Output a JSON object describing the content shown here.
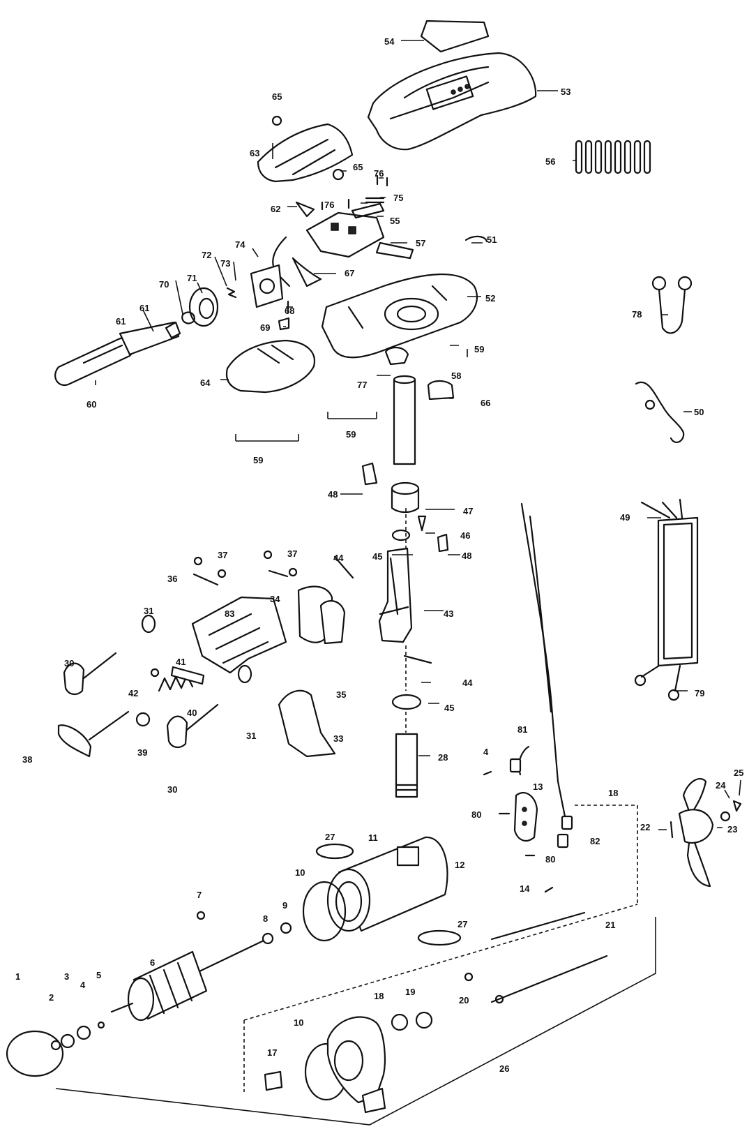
{
  "diagram": {
    "parts": [
      {
        "id": "p1",
        "label": "1"
      },
      {
        "id": "p2",
        "label": "2"
      },
      {
        "id": "p3",
        "label": "3"
      },
      {
        "id": "p4a",
        "label": "4"
      },
      {
        "id": "p4b",
        "label": "4"
      },
      {
        "id": "p5",
        "label": "5"
      },
      {
        "id": "p6",
        "label": "6"
      },
      {
        "id": "p7",
        "label": "7"
      },
      {
        "id": "p8",
        "label": "8"
      },
      {
        "id": "p9",
        "label": "9"
      },
      {
        "id": "p10a",
        "label": "10"
      },
      {
        "id": "p10b",
        "label": "10"
      },
      {
        "id": "p11",
        "label": "11"
      },
      {
        "id": "p12",
        "label": "12"
      },
      {
        "id": "p13",
        "label": "13"
      },
      {
        "id": "p14",
        "label": "14"
      },
      {
        "id": "p17",
        "label": "17"
      },
      {
        "id": "p18a",
        "label": "18"
      },
      {
        "id": "p18b",
        "label": "18"
      },
      {
        "id": "p19",
        "label": "19"
      },
      {
        "id": "p20",
        "label": "20"
      },
      {
        "id": "p21",
        "label": "21"
      },
      {
        "id": "p22",
        "label": "22"
      },
      {
        "id": "p23",
        "label": "23"
      },
      {
        "id": "p24",
        "label": "24"
      },
      {
        "id": "p25",
        "label": "25"
      },
      {
        "id": "p26",
        "label": "26"
      },
      {
        "id": "p27a",
        "label": "27"
      },
      {
        "id": "p27b",
        "label": "27"
      },
      {
        "id": "p28",
        "label": "28"
      },
      {
        "id": "p30a",
        "label": "30"
      },
      {
        "id": "p30b",
        "label": "30"
      },
      {
        "id": "p31a",
        "label": "31"
      },
      {
        "id": "p31b",
        "label": "31"
      },
      {
        "id": "p33",
        "label": "33"
      },
      {
        "id": "p34",
        "label": "34"
      },
      {
        "id": "p35",
        "label": "35"
      },
      {
        "id": "p36",
        "label": "36"
      },
      {
        "id": "p37a",
        "label": "37"
      },
      {
        "id": "p37b",
        "label": "37"
      },
      {
        "id": "p38",
        "label": "38"
      },
      {
        "id": "p39",
        "label": "39"
      },
      {
        "id": "p40",
        "label": "40"
      },
      {
        "id": "p41",
        "label": "41"
      },
      {
        "id": "p42",
        "label": "42"
      },
      {
        "id": "p43",
        "label": "43"
      },
      {
        "id": "p44a",
        "label": "44"
      },
      {
        "id": "p44b",
        "label": "44"
      },
      {
        "id": "p45a",
        "label": "45"
      },
      {
        "id": "p45b",
        "label": "45"
      },
      {
        "id": "p46",
        "label": "46"
      },
      {
        "id": "p47",
        "label": "47"
      },
      {
        "id": "p48a",
        "label": "48"
      },
      {
        "id": "p48b",
        "label": "48"
      },
      {
        "id": "p49",
        "label": "49"
      },
      {
        "id": "p50",
        "label": "50"
      },
      {
        "id": "p51",
        "label": "51"
      },
      {
        "id": "p52",
        "label": "52"
      },
      {
        "id": "p53",
        "label": "53"
      },
      {
        "id": "p54",
        "label": "54"
      },
      {
        "id": "p55",
        "label": "55"
      },
      {
        "id": "p56",
        "label": "56"
      },
      {
        "id": "p57",
        "label": "57"
      },
      {
        "id": "p58",
        "label": "58"
      },
      {
        "id": "p59a",
        "label": "59"
      },
      {
        "id": "p59b",
        "label": "59"
      },
      {
        "id": "p59c",
        "label": "59"
      },
      {
        "id": "p60",
        "label": "60"
      },
      {
        "id": "p61a",
        "label": "61"
      },
      {
        "id": "p61b",
        "label": "61"
      },
      {
        "id": "p62",
        "label": "62"
      },
      {
        "id": "p63",
        "label": "63"
      },
      {
        "id": "p64",
        "label": "64"
      },
      {
        "id": "p65a",
        "label": "65"
      },
      {
        "id": "p65b",
        "label": "65"
      },
      {
        "id": "p66",
        "label": "66"
      },
      {
        "id": "p67",
        "label": "67"
      },
      {
        "id": "p68",
        "label": "68"
      },
      {
        "id": "p69",
        "label": "69"
      },
      {
        "id": "p70",
        "label": "70"
      },
      {
        "id": "p71",
        "label": "71"
      },
      {
        "id": "p72",
        "label": "72"
      },
      {
        "id": "p73",
        "label": "73"
      },
      {
        "id": "p74",
        "label": "74"
      },
      {
        "id": "p75",
        "label": "75"
      },
      {
        "id": "p76a",
        "label": "76"
      },
      {
        "id": "p76b",
        "label": "76"
      },
      {
        "id": "p77",
        "label": "77"
      },
      {
        "id": "p78",
        "label": "78"
      },
      {
        "id": "p79",
        "label": "79"
      },
      {
        "id": "p80a",
        "label": "80"
      },
      {
        "id": "p80b",
        "label": "80"
      },
      {
        "id": "p81",
        "label": "81"
      },
      {
        "id": "p82",
        "label": "82"
      },
      {
        "id": "p83",
        "label": "83"
      }
    ]
  }
}
